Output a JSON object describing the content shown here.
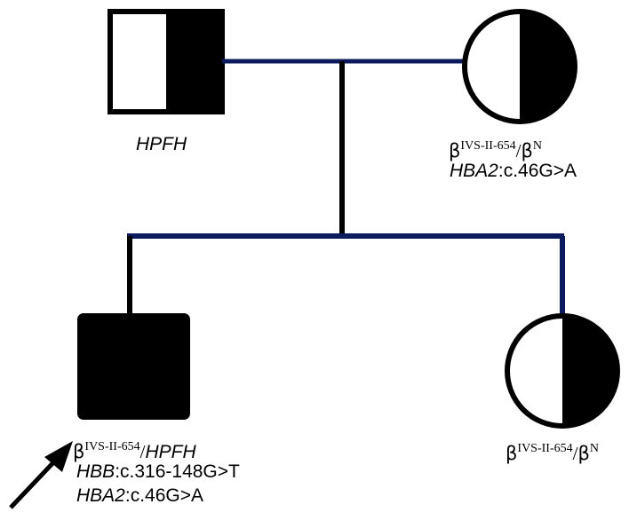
{
  "colors": {
    "affected": "#000000",
    "unaffected": "#ffffff",
    "connector": "#0a1a5c",
    "line": "#000000"
  },
  "individuals": {
    "father": {
      "shape": "square",
      "status": "half-affected",
      "label": "HPFH"
    },
    "mother": {
      "shape": "circle",
      "status": "half-affected",
      "genotype_base": "β",
      "genotype_sup1": "IVS-II-654",
      "genotype_sep": "/",
      "genotype_base2": "β",
      "genotype_sup2": "N",
      "variant_gene": "HBA2",
      "variant_change": ":c.46G>A"
    },
    "proband": {
      "shape": "square",
      "status": "affected",
      "is_proband": true,
      "genotype_base": "β",
      "genotype_sup1": "IVS-II-654",
      "genotype_sep": "/",
      "genotype_allele2": "HPFH",
      "variant1_gene": "HBB",
      "variant1_change": ":c.316-148G>T",
      "variant2_gene": "HBA2",
      "variant2_change": ":c.46G>A"
    },
    "sister": {
      "shape": "circle",
      "status": "half-affected",
      "genotype_base": "β",
      "genotype_sup1": "IVS-II-654",
      "genotype_sep": "/",
      "genotype_base2": "β",
      "genotype_sup2": "N"
    }
  }
}
